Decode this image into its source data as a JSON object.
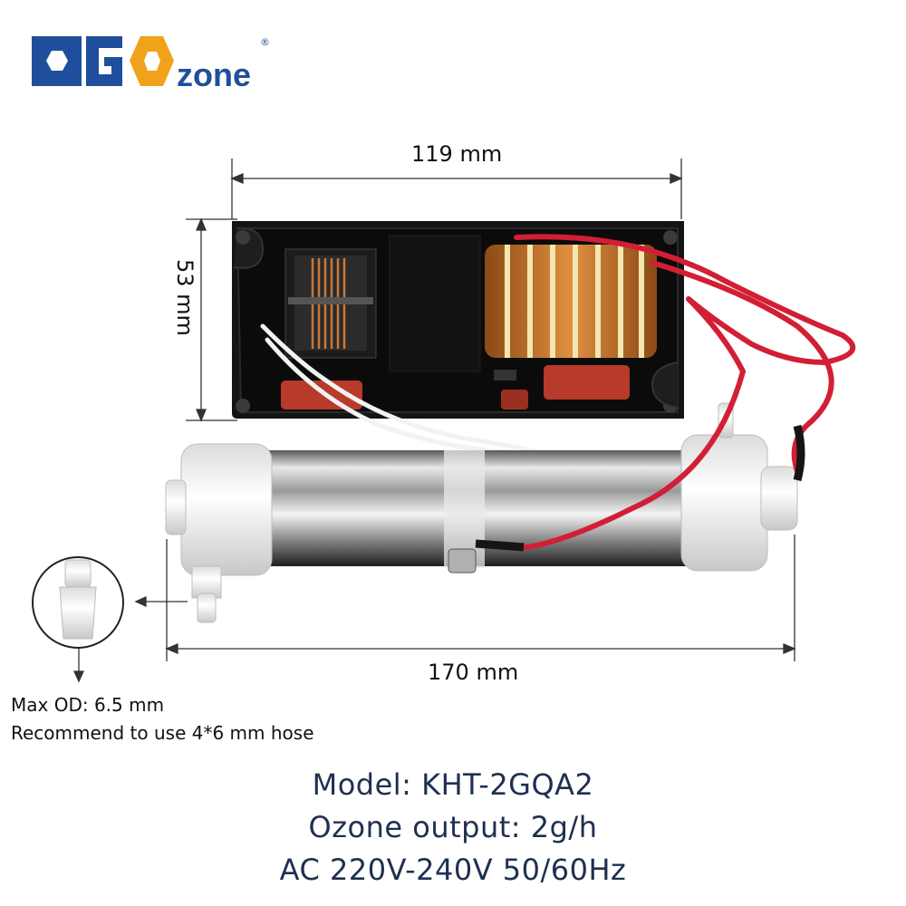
{
  "brand": {
    "logo_text": "OGOzone",
    "registered_mark": "®",
    "colors": {
      "blue": "#1f4f9c",
      "orange": "#f0a21a"
    }
  },
  "dimensions": {
    "width": "119 mm",
    "height": "53 mm",
    "length": "170 mm"
  },
  "notes": {
    "max_od": "Max OD: 6.5 mm",
    "hose": "Recommend to use 4*6 mm hose"
  },
  "specs": {
    "model": "Model: KHT-2GQA2",
    "output": "Ozone output: 2g/h",
    "power": "AC 220V-240V 50/60Hz"
  }
}
